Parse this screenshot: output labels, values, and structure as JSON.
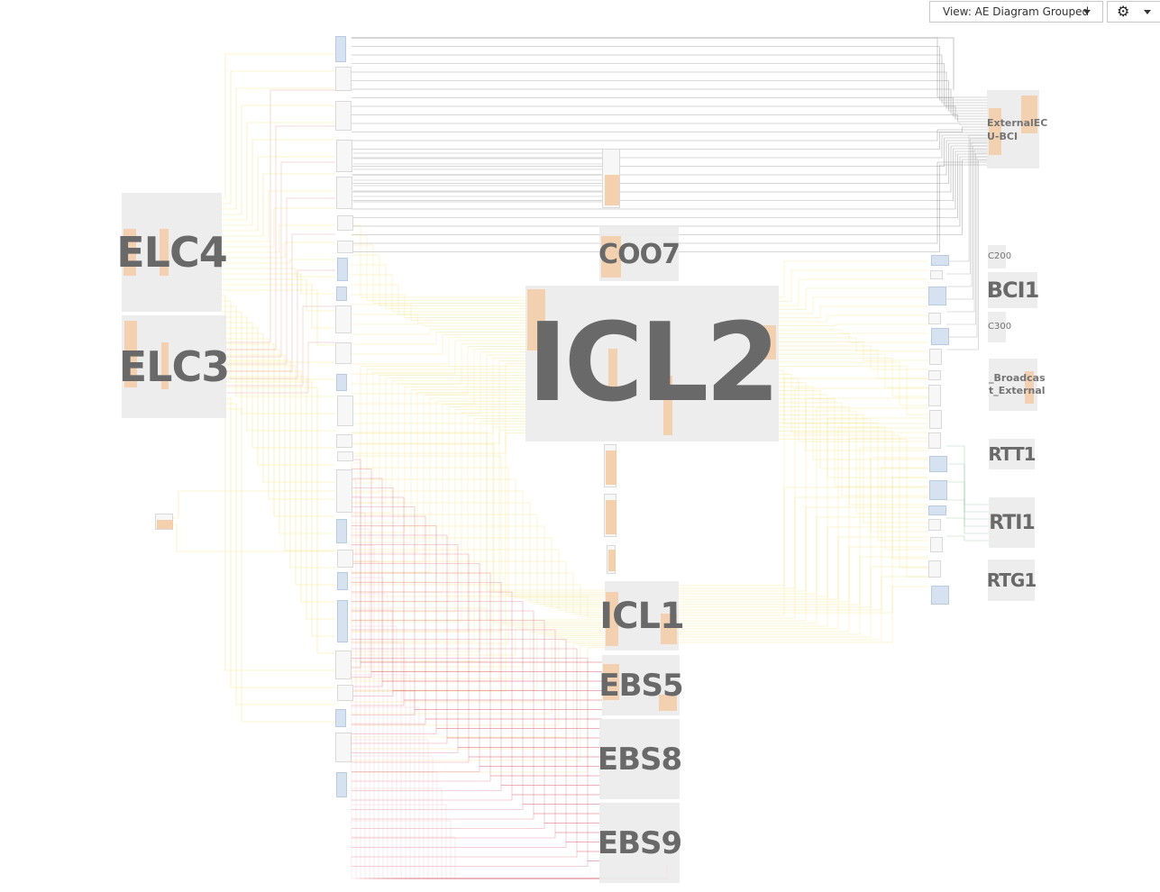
{
  "toolbar": {
    "view_label": "View: AE Diagram Grouped",
    "settings_icon": "gear-icon"
  },
  "groups": {
    "elc4": "ELC4",
    "elc3": "ELC3",
    "coo7": "COO7",
    "icl2": "ICL2",
    "icl1": "ICL1",
    "ebs5": "EBS5",
    "ebs8": "EBS8",
    "ebs9": "EBS9",
    "bci1": "BCI1",
    "rtt1": "RTT1",
    "rti1": "RTI1",
    "rtg1": "RTG1",
    "c200": "C200",
    "c300": "C300",
    "external_line1": "ExternalEC",
    "external_line2": "U-BCI",
    "broadcast_line1": "_Broadcas",
    "broadcast_line2": "t_External"
  },
  "colors": {
    "group_bg": "#ececec",
    "block_orange": "#f5c9a0",
    "block_blue": "#d6e2f0",
    "wire_yellow": "#f3dc6a",
    "wire_red": "#e0667a",
    "wire_gray": "#8c8c8c",
    "wire_green": "#7fbf8f",
    "label_gray": "#5e5e5e"
  }
}
